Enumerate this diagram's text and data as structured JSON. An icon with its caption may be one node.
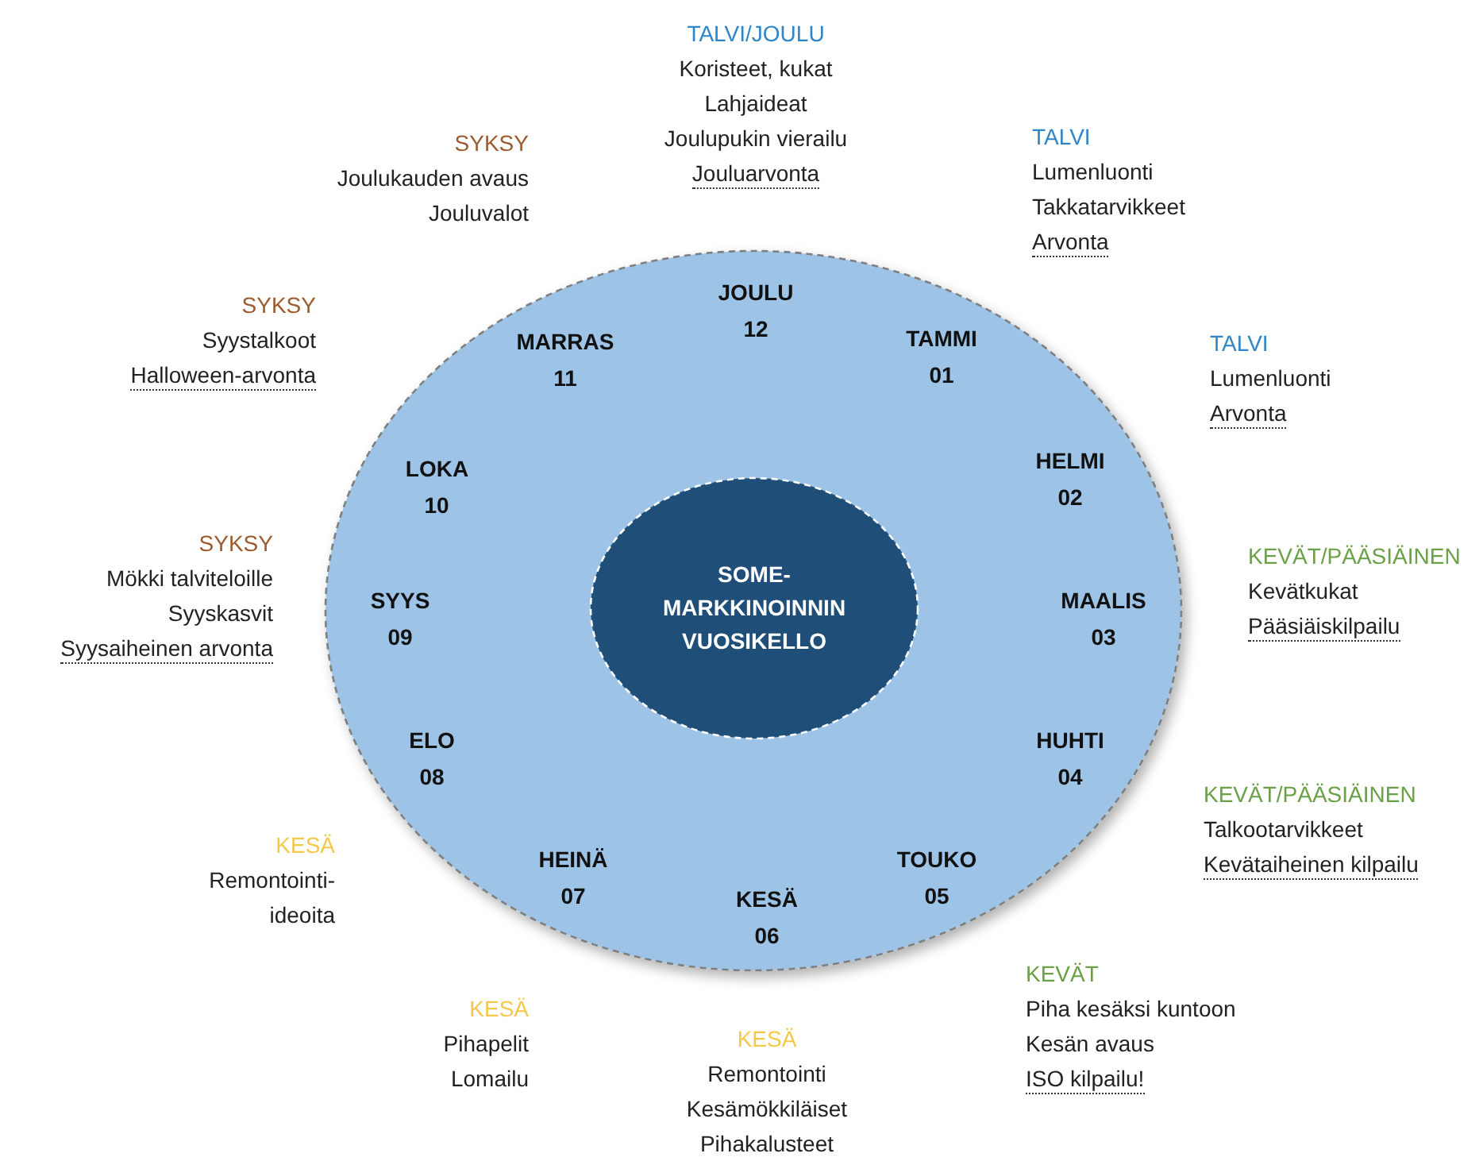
{
  "diagram": {
    "nodes": [
      {
        "text": [
          "JOULU 12",
          "TAMMI 01",
          "HELMI 02",
          "MAALIS 03",
          "HUHTI 04",
          "TOUKO 05",
          "KESÄ 06",
          "HEINÄ 07",
          "ELO 08",
          "SYYS 09",
          "LOKA 10",
          "MARRAS 11"
        ]
      },
      {
        "text": [
          "SOME-MARKKINOINNIN VUOSIKELLO"
        ],
        "in": 0
      }
    ],
    "labels": [
      "TALVI/JOULU",
      "Koristeet, kukat",
      "Lahjaideat",
      "Joulupukin vierailu",
      "Jouluarvonta",
      "TALVI",
      "Lumenluonti",
      "Takkatarvikkeet",
      "Arvonta",
      "SYKSY",
      "Joulukauden avaus",
      "Jouluvalot",
      "SYKSY",
      "Syystalkoot",
      "Halloween-arvonta",
      "TALVI",
      "Lumenluonti",
      "Arvonta",
      "SYKSY",
      "Mökki talviteloille",
      "Syyskasvit",
      "Syysaiheinen arvonta",
      "KEVÄT/PÄÄSIÄINEN",
      "Kevätkukat",
      "Pääsiäiskilpailu",
      "KEVÄT/PÄÄSIÄINEN",
      "Talkootarvikkeet",
      "Kevätaiheinen kilpailu",
      "KESÄ",
      "Remontointi-ideoita",
      "KEVÄT",
      "Piha kesäksi kuntoon",
      "Kesän avaus",
      "ISO kilpailu!",
      "KESÄ",
      "Pihapelit",
      "Lomailu",
      "KESÄ",
      "Remontointi",
      "Kesämökkiläiset",
      "Pihakalusteet"
    ]
  }
}
